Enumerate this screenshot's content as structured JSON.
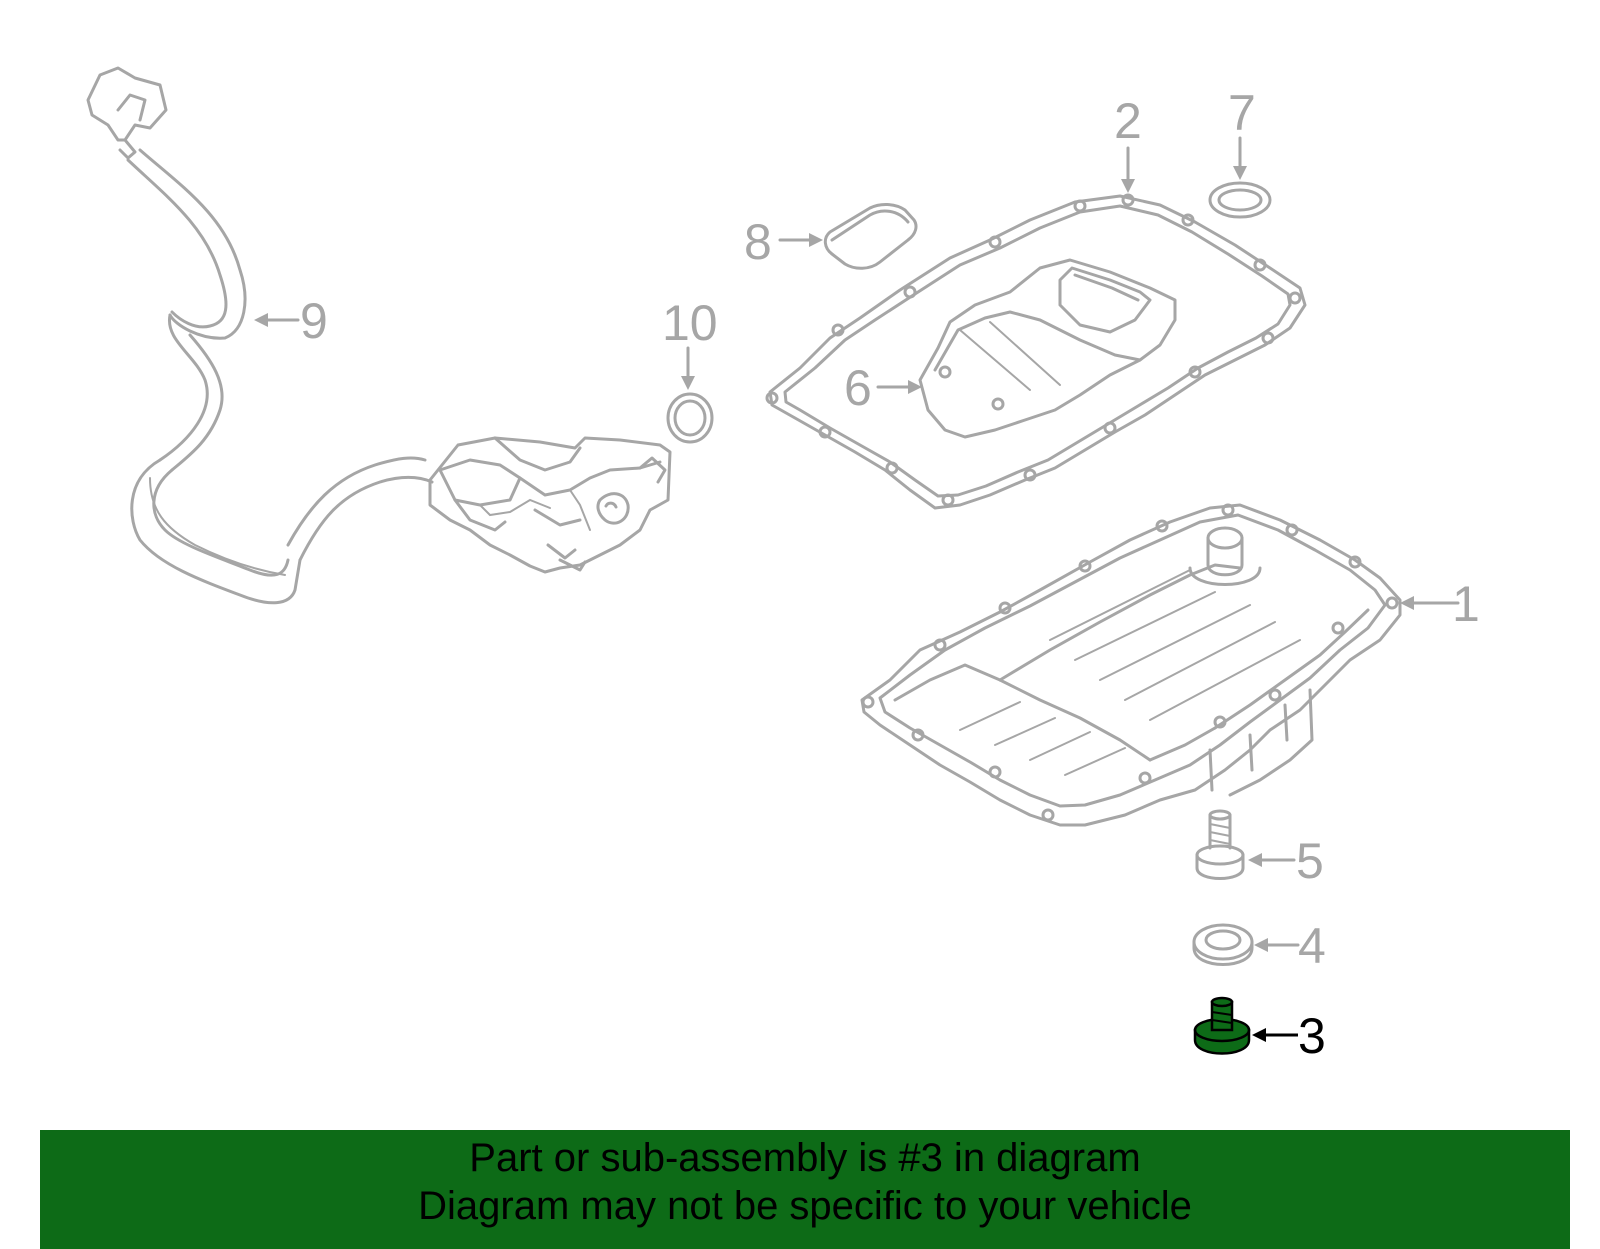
{
  "colors": {
    "line_art": "#a6a6a6",
    "highlight_part": "#0d6b17",
    "highlight_label": "#000000",
    "banner_background": "#0d6b17",
    "banner_text": "#000000"
  },
  "callouts": [
    {
      "id": "1",
      "label": "1",
      "highlighted": false
    },
    {
      "id": "2",
      "label": "2",
      "highlighted": false
    },
    {
      "id": "3",
      "label": "3",
      "highlighted": true
    },
    {
      "id": "4",
      "label": "4",
      "highlighted": false
    },
    {
      "id": "5",
      "label": "5",
      "highlighted": false
    },
    {
      "id": "6",
      "label": "6",
      "highlighted": false
    },
    {
      "id": "7",
      "label": "7",
      "highlighted": false
    },
    {
      "id": "8",
      "label": "8",
      "highlighted": false
    },
    {
      "id": "9",
      "label": "9",
      "highlighted": false
    },
    {
      "id": "10",
      "label": "10",
      "highlighted": false
    }
  ],
  "banner": {
    "line1": "Part or sub-assembly is #3 in diagram",
    "line2": "Diagram may not be specific to your vehicle"
  }
}
